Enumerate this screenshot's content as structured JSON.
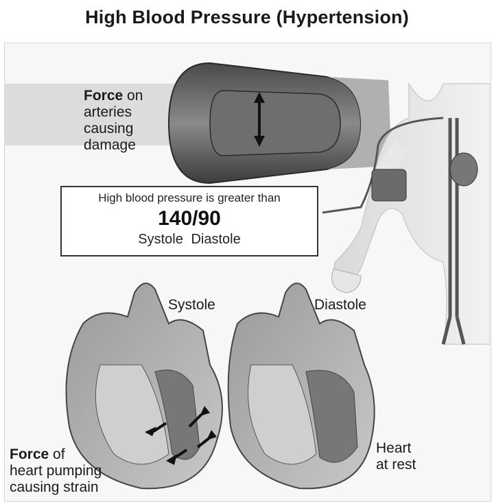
{
  "title": "High Blood Pressure (Hypertension)",
  "artery_label": {
    "bold": "Force",
    "rest": " on",
    "line2": "arteries",
    "line3": "causing",
    "line4": "damage"
  },
  "bp_box": {
    "line1": "High blood pressure is greater than",
    "value": "140/90",
    "systole": "Systole",
    "diastole": "Diastole"
  },
  "heart_left_label": "Systole",
  "heart_right_label": "Diastole",
  "heart_force_label": {
    "bold": "Force",
    "rest": " of",
    "line2": "heart pumping",
    "line3": "causing strain"
  },
  "heart_rest_label": {
    "line1": "Heart",
    "line2": "at rest"
  }
}
